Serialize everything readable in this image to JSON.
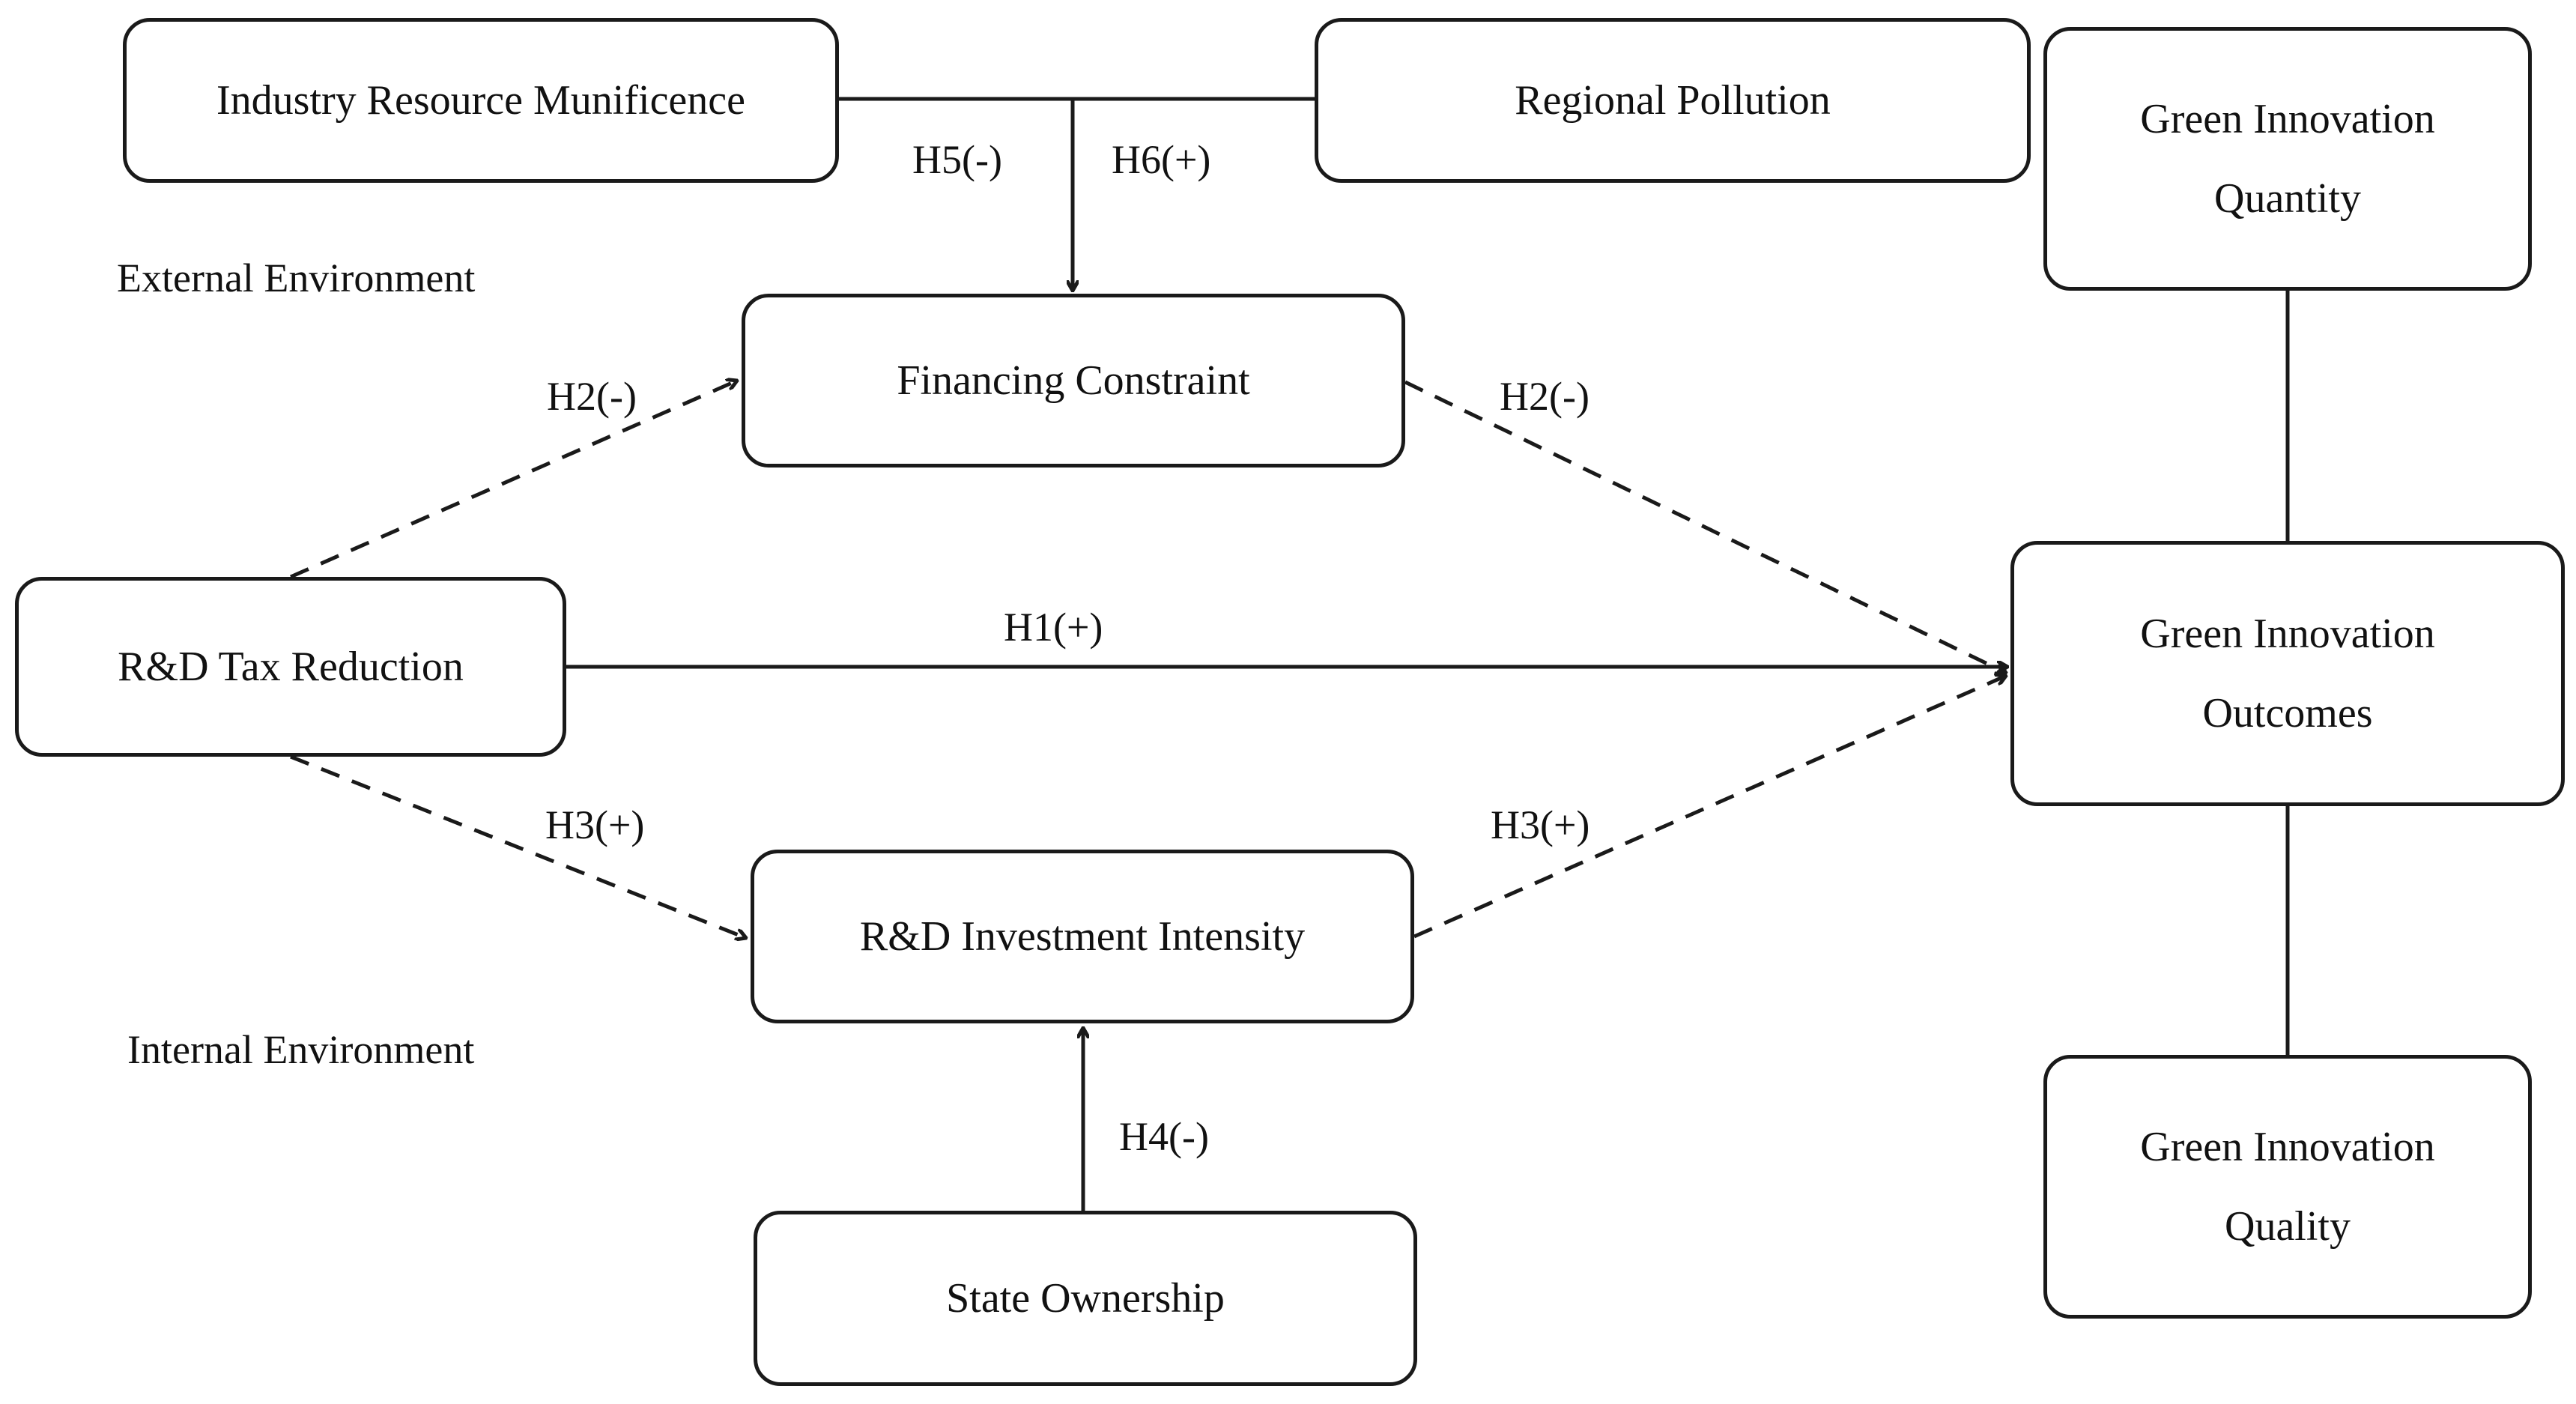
{
  "nodes": {
    "industry_resource_munificence": "Industry Resource Munificence",
    "regional_pollution": "Regional Pollution",
    "green_innovation_quantity": {
      "line1": "Green Innovation",
      "line2": "Quantity"
    },
    "financing_constraint": "Financing Constraint",
    "rd_tax_reduction": "R&D Tax Reduction",
    "green_innovation_outcomes": {
      "line1": "Green Innovation",
      "line2": "Outcomes"
    },
    "rd_investment_intensity": "R&D Investment Intensity",
    "green_innovation_quality": {
      "line1": "Green Innovation",
      "line2": "Quality"
    },
    "state_ownership": "State Ownership"
  },
  "regions": {
    "external": "External Environment",
    "internal": "Internal Environment"
  },
  "hypotheses": {
    "h1": "H1(+)",
    "h2_in": "H2(-)",
    "h2_out": "H2(-)",
    "h3_in": "H3(+)",
    "h3_out": "H3(+)",
    "h4": "H4(-)",
    "h5": "H5(-)",
    "h6": "H6(+)"
  },
  "edges": [
    {
      "from": "rd_tax_reduction",
      "to": "green_innovation_outcomes",
      "label": "h1",
      "style": "solid"
    },
    {
      "from": "rd_tax_reduction",
      "to": "financing_constraint",
      "label": "h2_in",
      "style": "dashed"
    },
    {
      "from": "financing_constraint",
      "to": "green_innovation_outcomes",
      "label": "h2_out",
      "style": "dashed"
    },
    {
      "from": "rd_tax_reduction",
      "to": "rd_investment_intensity",
      "label": "h3_in",
      "style": "dashed"
    },
    {
      "from": "rd_investment_intensity",
      "to": "green_innovation_outcomes",
      "label": "h3_out",
      "style": "dashed"
    },
    {
      "from": "state_ownership",
      "to": "rd_investment_intensity",
      "label": "h4",
      "style": "solid"
    },
    {
      "from": [
        "industry_resource_munificence",
        "regional_pollution"
      ],
      "to": "financing_constraint",
      "label": [
        "h5",
        "h6"
      ],
      "style": "solid"
    },
    {
      "from": "green_innovation_quantity",
      "to": "green_innovation_outcomes",
      "style": "line"
    },
    {
      "from": "green_innovation_outcomes",
      "to": "green_innovation_quality",
      "style": "line"
    }
  ],
  "colors": {
    "stroke": "#1a1a1a",
    "text": "#111111",
    "background": "#ffffff"
  }
}
